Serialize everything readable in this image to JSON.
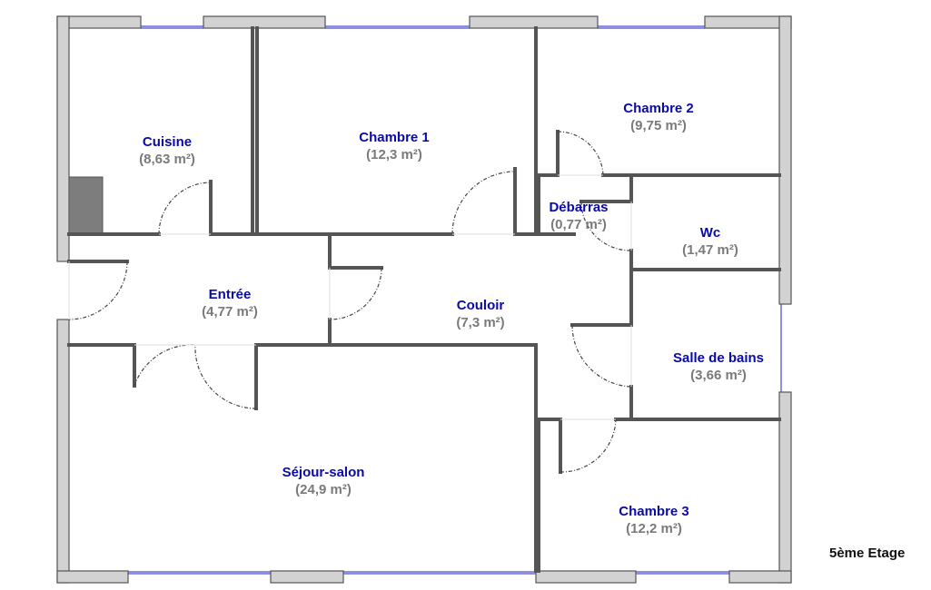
{
  "plan": {
    "floor_label": "5ème Etage",
    "colors": {
      "room_name": "#0a0aa8",
      "area": "#7a7a7a",
      "wall_fill": "#d2d2d2",
      "wall_stroke": "#555555",
      "window": "#6a6ad8"
    },
    "rooms": [
      {
        "name": "Cuisine",
        "area": "(8,63 m²)"
      },
      {
        "name": "Chambre 1",
        "area": "(12,3 m²)"
      },
      {
        "name": "Chambre 2",
        "area": "(9,75 m²)"
      },
      {
        "name": "Débarras",
        "area": "(0,77 m²)"
      },
      {
        "name": "Wc",
        "area": "(1,47 m²)"
      },
      {
        "name": "Entrée",
        "area": "(4,77 m²)"
      },
      {
        "name": "Couloir",
        "area": "(7,3 m²)"
      },
      {
        "name": "Salle de bains",
        "area": "(3,66 m²)"
      },
      {
        "name": "Séjour-salon",
        "area": "(24,9 m²)"
      },
      {
        "name": "Chambre 3",
        "area": "(12,2 m²)"
      }
    ]
  }
}
